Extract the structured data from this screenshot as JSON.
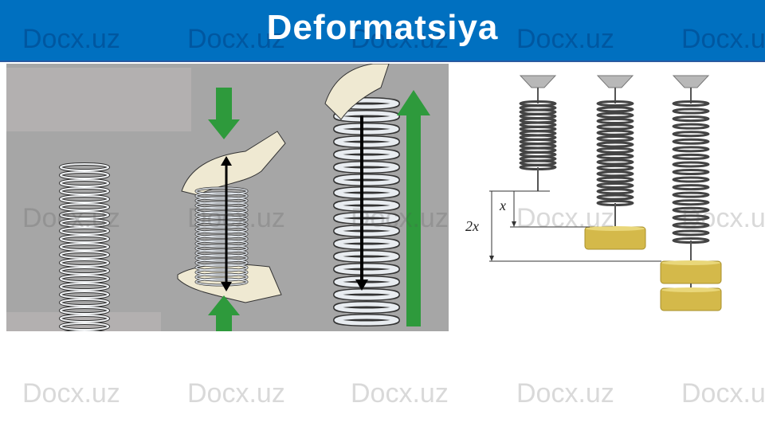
{
  "header": {
    "title": "Deformatsiya"
  },
  "watermark": "Docx.uz",
  "diagram": {
    "label_x": "x",
    "label_2x": "2x"
  },
  "colors": {
    "header_bg": "#0070c0",
    "arrow_green": "#2e9a3c",
    "weight_gold": "#d4b94a"
  }
}
